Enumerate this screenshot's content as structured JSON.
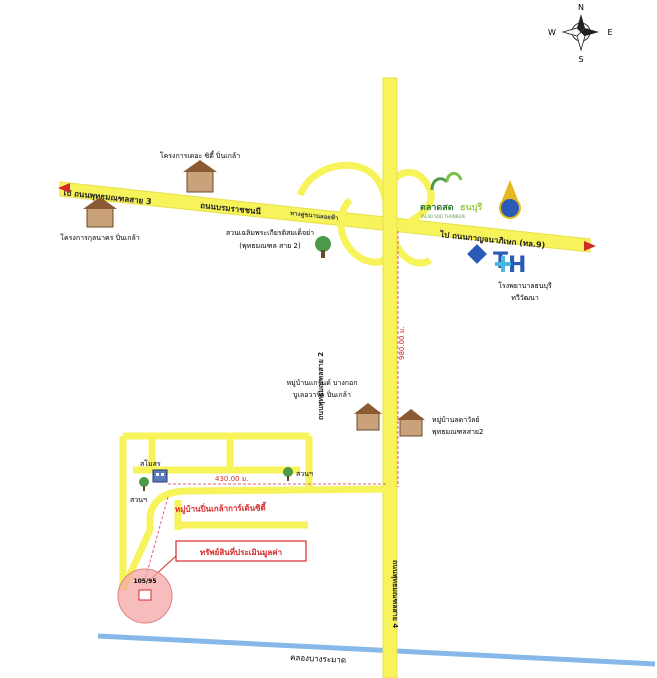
{
  "compass": {
    "north": "N",
    "south": "S",
    "east": "E",
    "west": "W"
  },
  "roads": {
    "borommaratchachonnani": "ถนนบรมราชชนนี",
    "to_phutthamonthon_3": "ไป ถนนพุทธมณฑลสาย 3",
    "to_kanchanaphisek": "ไป ถนนกาญจนาภิเษก (ทล.9)",
    "phutthamonthon_2_upper": "ถนนพุทธมณฑลสาย 2",
    "phutthamonthon_2_lower": "ถนนพุทธมณฑลสาย 4",
    "interchange": "ทางคู่ขนานลอยฟ้า",
    "canal": "คลองบางระมาด"
  },
  "places": {
    "the_city": "โครงการเดอะ ซิตี้ ปิ่นเกล้า",
    "kunnatham": "โครงการกุลนาคร ปิ่นเกล้า",
    "park_chaloem": "สวนเฉลิมพระเกียรติสมเด็จย่า",
    "park_chaloem_sub": "(พุทธมณฑล สาย 2)",
    "talad_sod": "ตลาดสด",
    "talad_sod_green": "ธนบุรี",
    "talad_sod_sub": "TALAD SOD THONBURI",
    "hospital_1": "โรงพยาบาลธนบุรี",
    "hospital_2": "ทวีวัฒนา",
    "grand_1": "หมู่บ้านแกรนด์ บางกอก",
    "grand_2": "บูเลอวาร์ด ปิ่นเกล้า",
    "ladawan_1": "หมู่บ้านลดาวัลย์",
    "ladawan_2": "พุทธมณฑลสาย2",
    "clubhouse": "สโมสร",
    "park_a": "สวนฯ",
    "park_b": "สวนฯ",
    "village": "หมู่บ้านปิ่นเกล้าการ์เด้นซิตี้",
    "property_box": "ทรัพย์สินที่ประเมินมูลค่า",
    "plot_no": "105/95"
  },
  "distances": {
    "vertical": "980.00 ม.",
    "horizontal": "430.00 ม."
  },
  "colors": {
    "road": "#f7f35a",
    "road_edge": "#e8e04a",
    "distance": "#e0607a",
    "canal": "#86b8ea",
    "property_circle": "#f4a7a7",
    "label_red": "#d42a2a",
    "house": "#c9a17a",
    "tree": "#4a9a4a",
    "th_blue": "#2a5bb8"
  }
}
